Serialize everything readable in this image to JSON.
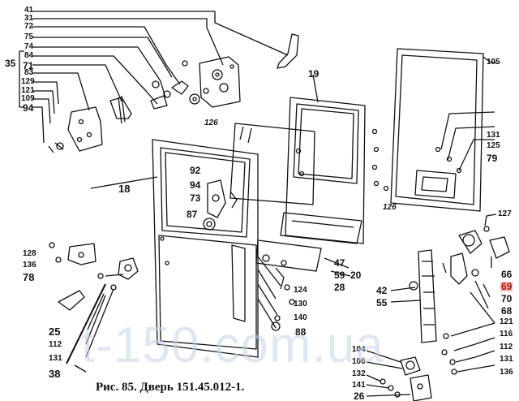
{
  "caption": "Рис. 85. Дверь 151.45.012-1.",
  "watermark": "t-150.com.ua",
  "colors": {
    "ink": "#111111",
    "highlight": "#f2b8b8",
    "highlight_text": "#b01010",
    "watermark": "#c9d4e6"
  },
  "callouts": {
    "c41": "41",
    "c31": "31",
    "c72": "72",
    "c75": "75",
    "c74": "74",
    "c84": "84",
    "c71": "71",
    "c35": "35",
    "c83": "83",
    "c129": "129",
    "c121a": "121",
    "c109": "109",
    "c94a": "94",
    "c126a": "126",
    "c19": "19",
    "c105": "105",
    "c131a": "131",
    "c125": "125",
    "c79": "79",
    "c126b": "126",
    "c18": "18",
    "c92": "92",
    "c94b": "94",
    "c73": "73",
    "c87": "87",
    "c127": "127",
    "c128": "128",
    "c136a": "136",
    "c78": "78",
    "c47": "47",
    "c20": "20",
    "c59": "59",
    "c28": "28",
    "c124": "124",
    "c130": "130",
    "c140": "140",
    "c88": "88",
    "c42": "42",
    "c55": "55",
    "c66": "66",
    "c69": "69",
    "c70": "70",
    "c68": "68",
    "c121b": "121",
    "c116": "116",
    "c112a": "112",
    "c131b": "131",
    "c136b": "136",
    "c25": "25",
    "c112b": "112",
    "c131c": "131",
    "c38": "38",
    "c104": "104",
    "c106": "106",
    "c132": "132",
    "c141": "141",
    "c26": "26"
  }
}
